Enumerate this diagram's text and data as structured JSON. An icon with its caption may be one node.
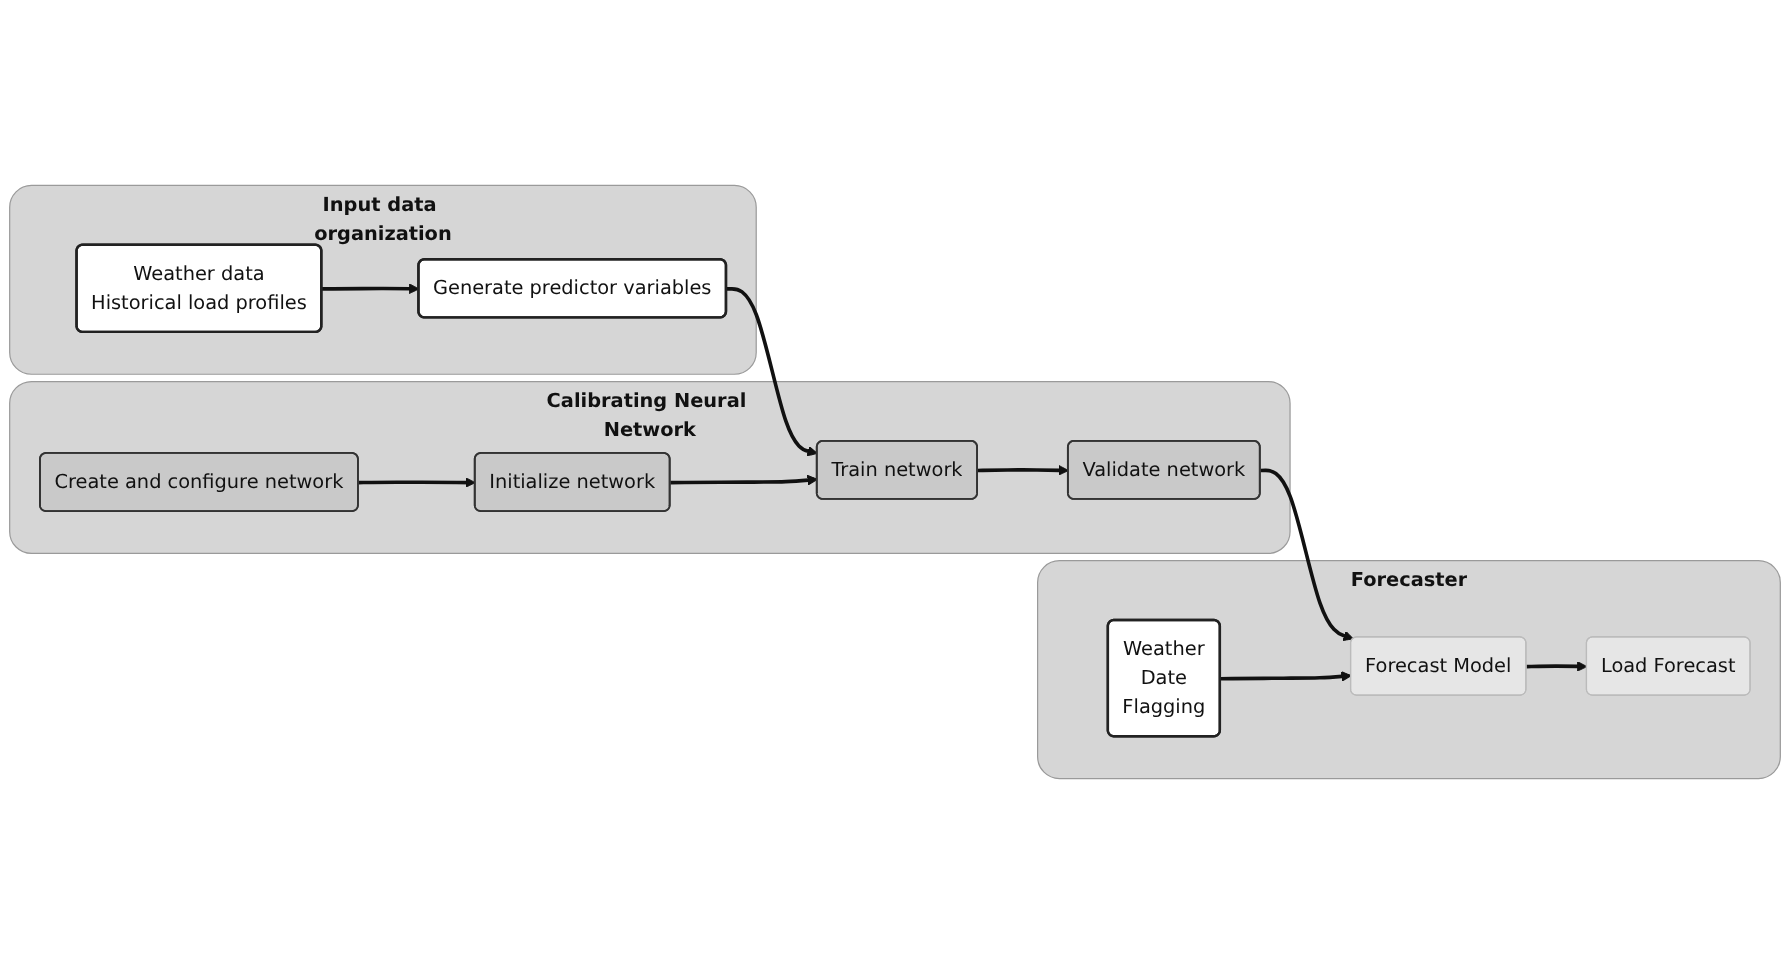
{
  "diagram": {
    "nodes": [
      {
        "text": [
          "Input data organization"
        ]
      },
      {
        "text": [
          "Weather data",
          "Historical load profiles"
        ],
        "in": 0
      },
      {
        "text": [
          "Generate predictor variables"
        ],
        "in": 0
      },
      {
        "text": [
          "Calibrating Neural Network"
        ]
      },
      {
        "text": [
          "Create and configure network"
        ],
        "in": 3
      },
      {
        "text": [
          "Initialize network"
        ],
        "in": 3
      },
      {
        "text": [
          "Train network"
        ],
        "in": 3
      },
      {
        "text": [
          "Validate network"
        ],
        "in": 3
      },
      {
        "text": [
          "Forecaster"
        ]
      },
      {
        "text": [
          "Weather",
          "Date",
          "Flagging"
        ],
        "in": 8
      },
      {
        "text": [
          "Forecast Model"
        ],
        "in": 8
      },
      {
        "text": [
          "Load Forecast"
        ],
        "in": 8
      }
    ],
    "edges": [
      {
        "from": 1,
        "to": 2,
        "arrow": "to"
      },
      {
        "from": 2,
        "to": 6,
        "arrow": "to"
      },
      {
        "from": 4,
        "to": 5,
        "arrow": "to"
      },
      {
        "from": 5,
        "to": 6,
        "arrow": "to"
      },
      {
        "from": 6,
        "to": 7,
        "arrow": "to"
      },
      {
        "from": 7,
        "to": 10,
        "arrow": "to"
      },
      {
        "from": 9,
        "to": 10,
        "arrow": "to"
      },
      {
        "from": 10,
        "to": 11,
        "arrow": "to"
      }
    ]
  }
}
